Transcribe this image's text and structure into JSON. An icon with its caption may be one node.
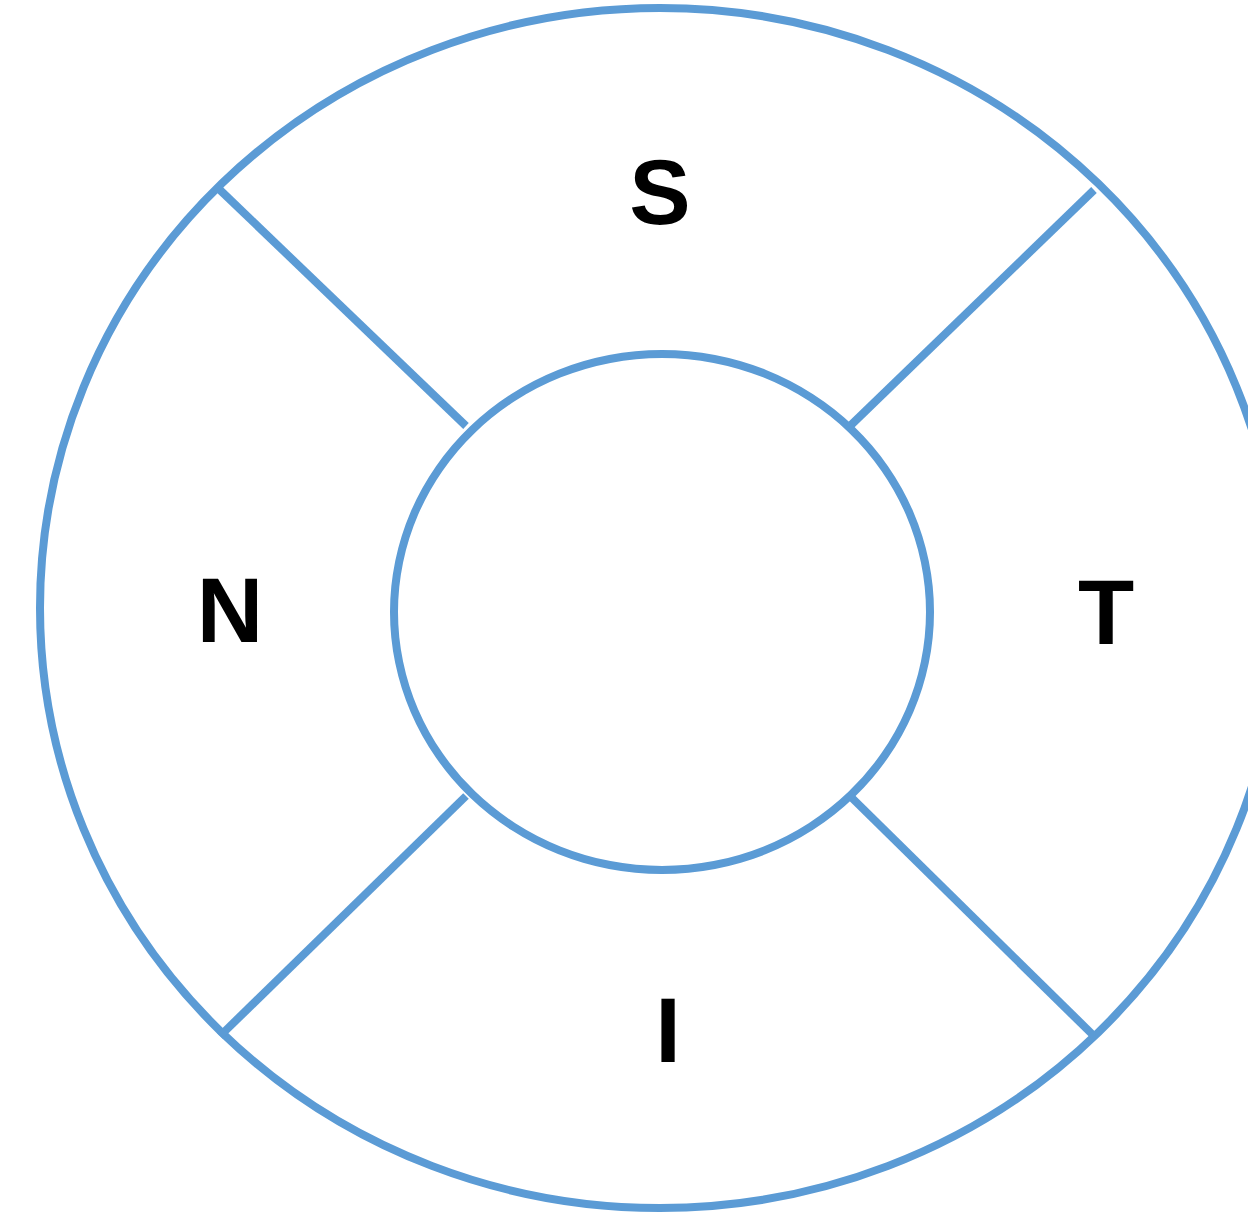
{
  "diagram": {
    "nodes": [
      {
        "text": [
          "S"
        ]
      },
      {
        "text": [
          "N"
        ]
      },
      {
        "text": [
          "T"
        ]
      },
      {
        "text": [
          "I"
        ]
      },
      {
        "text": [],
        "shape": "circle"
      }
    ]
  }
}
